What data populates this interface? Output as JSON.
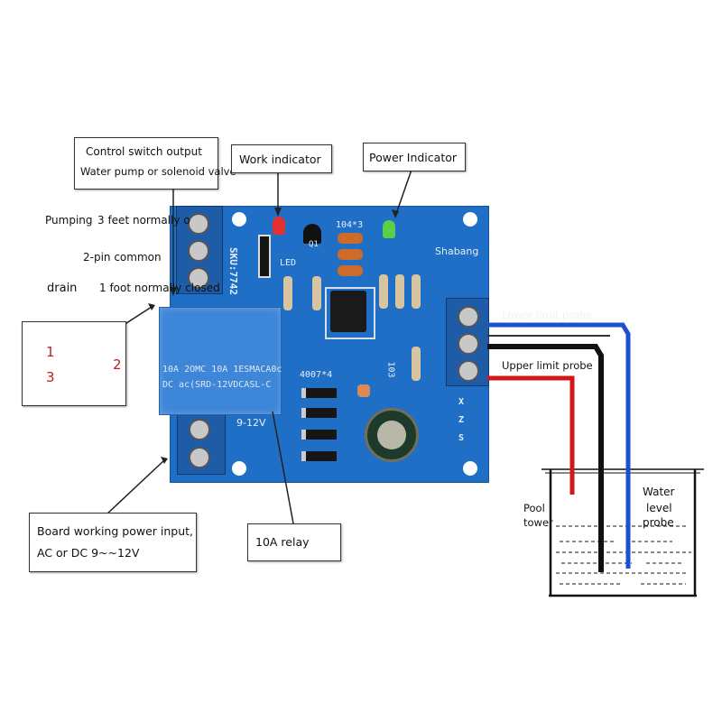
{
  "callouts": {
    "control_output_line1": "Control switch output",
    "control_output_line2": "Water pump or solenoid valve",
    "work_indicator": "Work indicator",
    "power_indicator": "Power Indicator",
    "board_power_line1": "Board working power input,",
    "board_power_line2": "AC or DC 9~~12V",
    "relay": "10A relay"
  },
  "terminal_labels": {
    "pumping": "Pumping",
    "three_feet": "3 feet normally o",
    "two_pin": "2-pin common",
    "drain": "drain",
    "one_foot": "1 foot normally closed"
  },
  "switch_symbol": {
    "pin1": "1",
    "pin2": "2",
    "pin3": "3"
  },
  "pcb": {
    "sku": "SKU:7742",
    "brand": "Shabang",
    "led": "LED",
    "cap_code": "104*3",
    "diode_code": "4007*4",
    "resistor_code": "103",
    "relay_text1": "10A 2OMC 10A 1ESMACA0c",
    "relay_text2": "DC ac(SRD-12VDCASL-C",
    "voltage": "9-12V",
    "z_label": "Z",
    "s_label": "S",
    "x_label": "X",
    "q1_label": "Q1"
  },
  "probe_labels": {
    "lower_limit": "Lower limit probe",
    "upper_limit": "Upper limit probe",
    "pool_line1": "Pool",
    "pool_line2": "tower",
    "water_line1": "Water",
    "water_line2": "level",
    "water_line3": "probe"
  },
  "colors": {
    "pcb": "#1f6fc6",
    "terminal": "#1e5ca8",
    "relay": "#3d86d8",
    "wire_blue": "#1d4fd0",
    "wire_black": "#111111",
    "wire_red": "#d01818",
    "switch_red": "#c02020",
    "switch_blue": "#1c4fa8"
  }
}
